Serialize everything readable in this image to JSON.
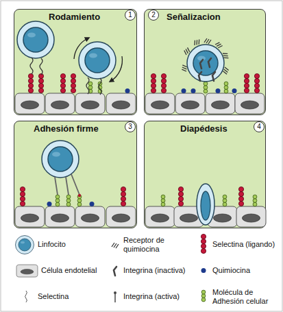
{
  "diagram": {
    "nodes": [
      {
        "text": [
          "Rodamiento"
        ]
      },
      {
        "text": [
          "Señalizacion"
        ]
      },
      {
        "text": [
          "Adhesión firme"
        ]
      },
      {
        "text": [
          "Diapédesis"
        ]
      }
    ],
    "labels": [
      "1",
      "2",
      "3",
      "4"
    ],
    "legend": [
      {
        "text": "Linfocito"
      },
      {
        "text": "Receptor de quimiocina"
      },
      {
        "text": "Selectina (ligando)"
      },
      {
        "text": "Célula endotelial"
      },
      {
        "text": "Integrina (inactiva)"
      },
      {
        "text": "Quimiocina"
      },
      {
        "text": "Selectina"
      },
      {
        "text": "Integrina (activa)"
      },
      {
        "text": "Molécula de Adhesión celular"
      }
    ]
  }
}
